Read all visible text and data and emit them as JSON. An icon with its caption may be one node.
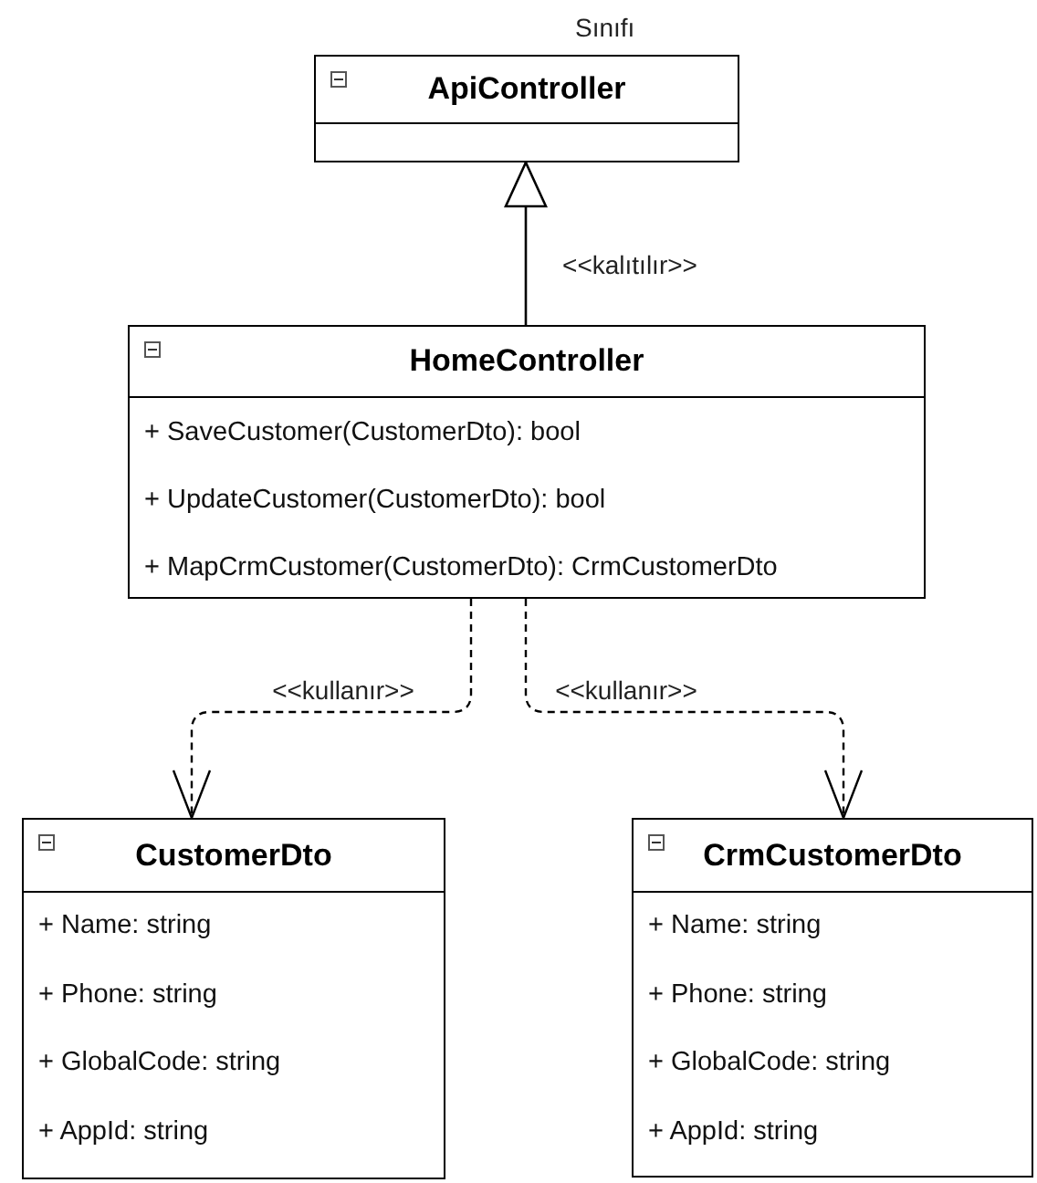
{
  "diagram": {
    "nodes": [
      {
        "text": [
          "ApiController"
        ],
        "beside": [
          "Sınıfı"
        ]
      },
      {
        "text": [
          "HomeController",
          "+ SaveCustomer(CustomerDto): bool",
          "+ UpdateCustomer(CustomerDto): bool",
          "+ MapCrmCustomer(CustomerDto): CrmCustomerDto"
        ]
      },
      {
        "text": [
          "CustomerDto",
          "+ Name: string",
          "+ Phone: string",
          "+ GlobalCode: string",
          "+ AppId: string"
        ]
      },
      {
        "text": [
          "CrmCustomerDto",
          "+ Name: string",
          "+ Phone: string",
          "+ GlobalCode: string",
          "+ AppId: string"
        ]
      }
    ],
    "edges": [
      {
        "from": 1,
        "to": 0,
        "arrow": "to",
        "label": "<<kalıtılır>>"
      },
      {
        "from": 1,
        "to": 2,
        "arrow": "to",
        "label": "<<kullanır>>",
        "style": "dashed"
      },
      {
        "from": 1,
        "to": 3,
        "arrow": "to",
        "label": "<<kullanır>>",
        "style": "dashed"
      }
    ]
  }
}
